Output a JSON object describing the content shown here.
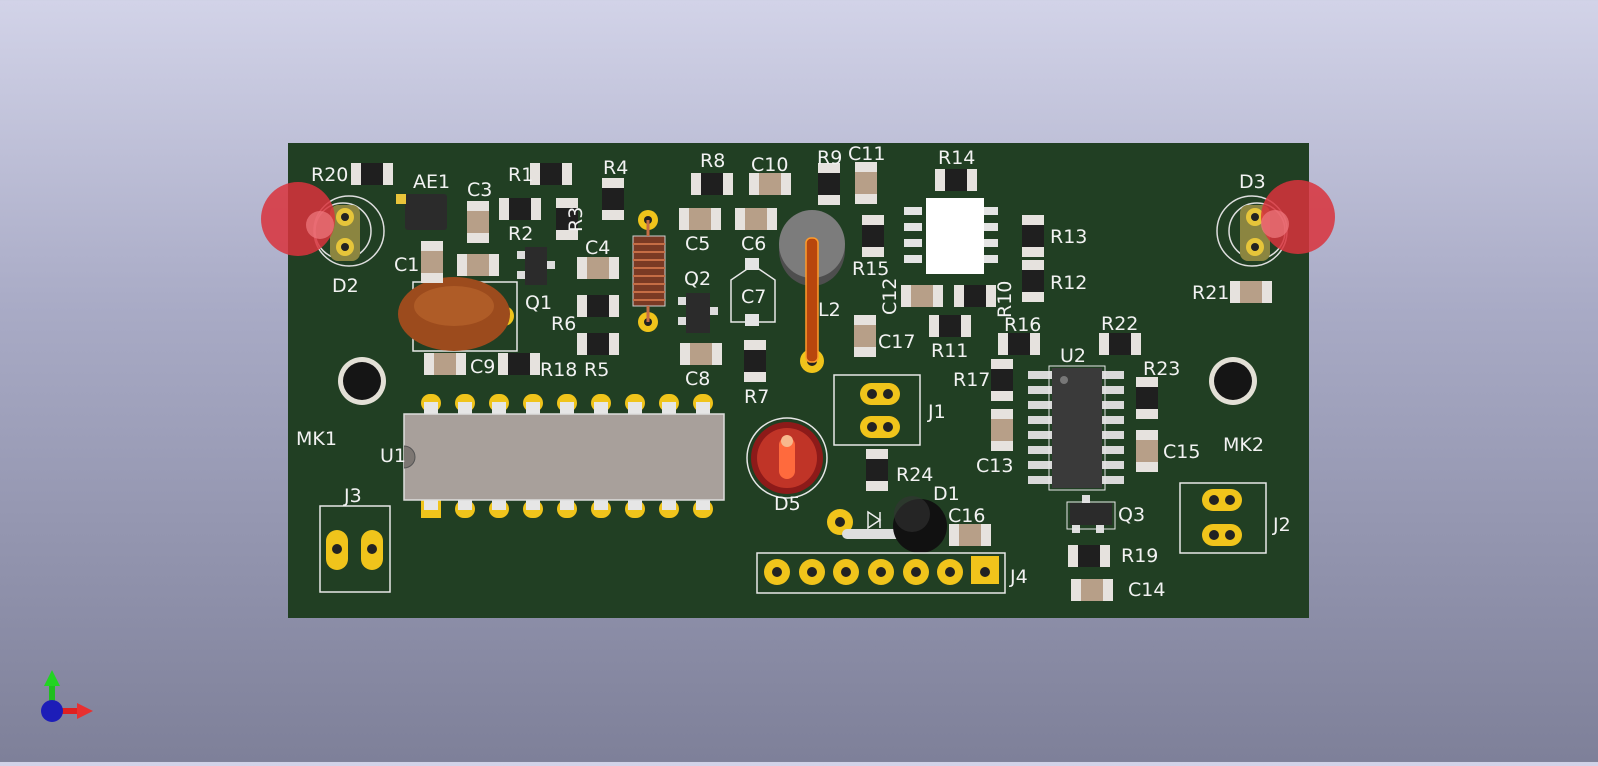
{
  "board": {
    "colors": {
      "background_top": "#d2d3e8",
      "background_bottom": "#7e8099",
      "board": "#213f23",
      "silkscreen": "#f2f2f2",
      "pad": "#f0c41b",
      "body_dark": "#1e1e1e",
      "led_red": "#d9323c",
      "ic_body": "#a8a09b",
      "crystal_body": "#9c4b1d"
    },
    "labels": {
      "R20": "R20",
      "AE1": "AE1",
      "C3": "C3",
      "R1": "R1",
      "R4": "R4",
      "R8": "R8",
      "C10": "C10",
      "R9": "R9",
      "C11": "C11",
      "R14": "R14",
      "D3": "D3",
      "R3": "R3",
      "R2": "R2",
      "C4": "C4",
      "C5": "C5",
      "C6": "C6",
      "R15": "R15",
      "R13": "R13",
      "C1": "C1",
      "Q1": "Q1",
      "Q2": "Q2",
      "C7": "C7",
      "L2": "L2",
      "C12": "C12",
      "R10": "R10",
      "R12": "R12",
      "D2": "D2",
      "R21": "R21",
      "R6": "R6",
      "C9": "C9",
      "R18": "R18",
      "R5": "R5",
      "C8": "C8",
      "R7": "R7",
      "C17": "C17",
      "R11": "R11",
      "R16": "R16",
      "R22": "R22",
      "U2": "U2",
      "R23": "R23",
      "R17": "R17",
      "MK1": "MK1",
      "U1": "U1",
      "J1": "J1",
      "C13": "C13",
      "C15": "C15",
      "MK2": "MK2",
      "R24": "R24",
      "D5": "D5",
      "D1": "D1",
      "C16": "C16",
      "J3": "J3",
      "Q3": "Q3",
      "J2": "J2",
      "R19": "R19",
      "J4": "J4",
      "C14": "C14"
    }
  }
}
